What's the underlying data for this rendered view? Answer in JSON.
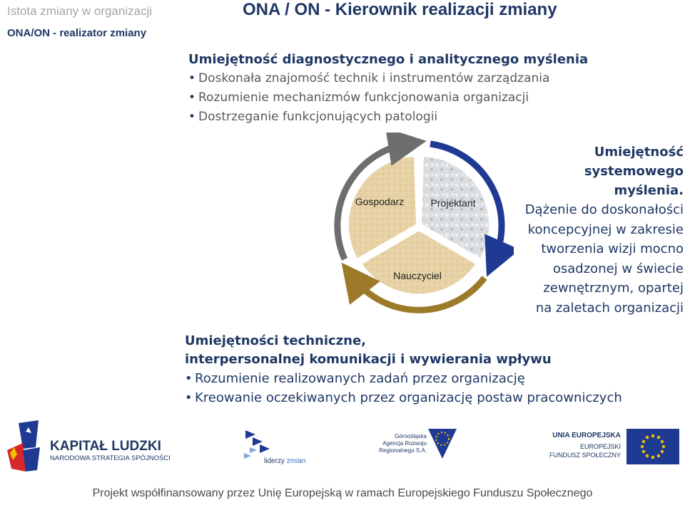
{
  "header": {
    "breadcrumb": "Istota zmiany w organizacji",
    "subtitle": "ONA/ON  - realizator zmiany",
    "title": "ONA / ON - Kierownik realizacji zmiany"
  },
  "section_top": {
    "heading": "Umiejętność diagnostycznego i analitycznego myślenia",
    "bullets": [
      "Doskonała znajomość technik i instrumentów zarządzania",
      "Rozumienie mechanizmów funkcjonowania organizacji",
      "Dostrzeganie funkcjonujących patologii"
    ]
  },
  "cycle": {
    "segments": [
      "Gospodarz",
      "Projektant",
      "Nauczyciel"
    ]
  },
  "section_right": {
    "heading_line1": "Umiejętność  systemowego",
    "heading_line2": "myślenia.",
    "lines": [
      "Dążenie do doskonałości",
      "koncepcyjnej w zakresie",
      "tworzenia wizji mocno",
      "osadzonej w świecie",
      "zewnętrznym,  opartej",
      "na zaletach organizacji"
    ]
  },
  "section_bottom": {
    "heading_line1": "Umiejętności techniczne,",
    "heading_line2": "interpersonalnej komunikacji i wywierania wpływu",
    "bullets": [
      "Rozumienie realizowanych zadań przez organizację",
      "Kreowanie oczekiwanych przez organizację postaw pracowniczych"
    ]
  },
  "logos": {
    "kapital_title": "KAPITAŁ LUDZKI",
    "kapital_sub": "NARODOWA STRATEGIA SPÓJNOŚCI",
    "liderzy_a": "liderzy",
    "liderzy_b": "zmian",
    "garr_1": "Górnośląska",
    "garr_2": "Agencja Rozwoju",
    "garr_3": "Regionalnego S.A.",
    "ue_1": "UNIA EUROPEJSKA",
    "ue_2": "EUROPEJSKI",
    "ue_3": "FUNDUSZ SPOŁECZNY"
  },
  "footer": {
    "text": "Projekt współfinansowany przez Unię Europejską w ramach Europejskiego Funduszu Społecznego"
  }
}
